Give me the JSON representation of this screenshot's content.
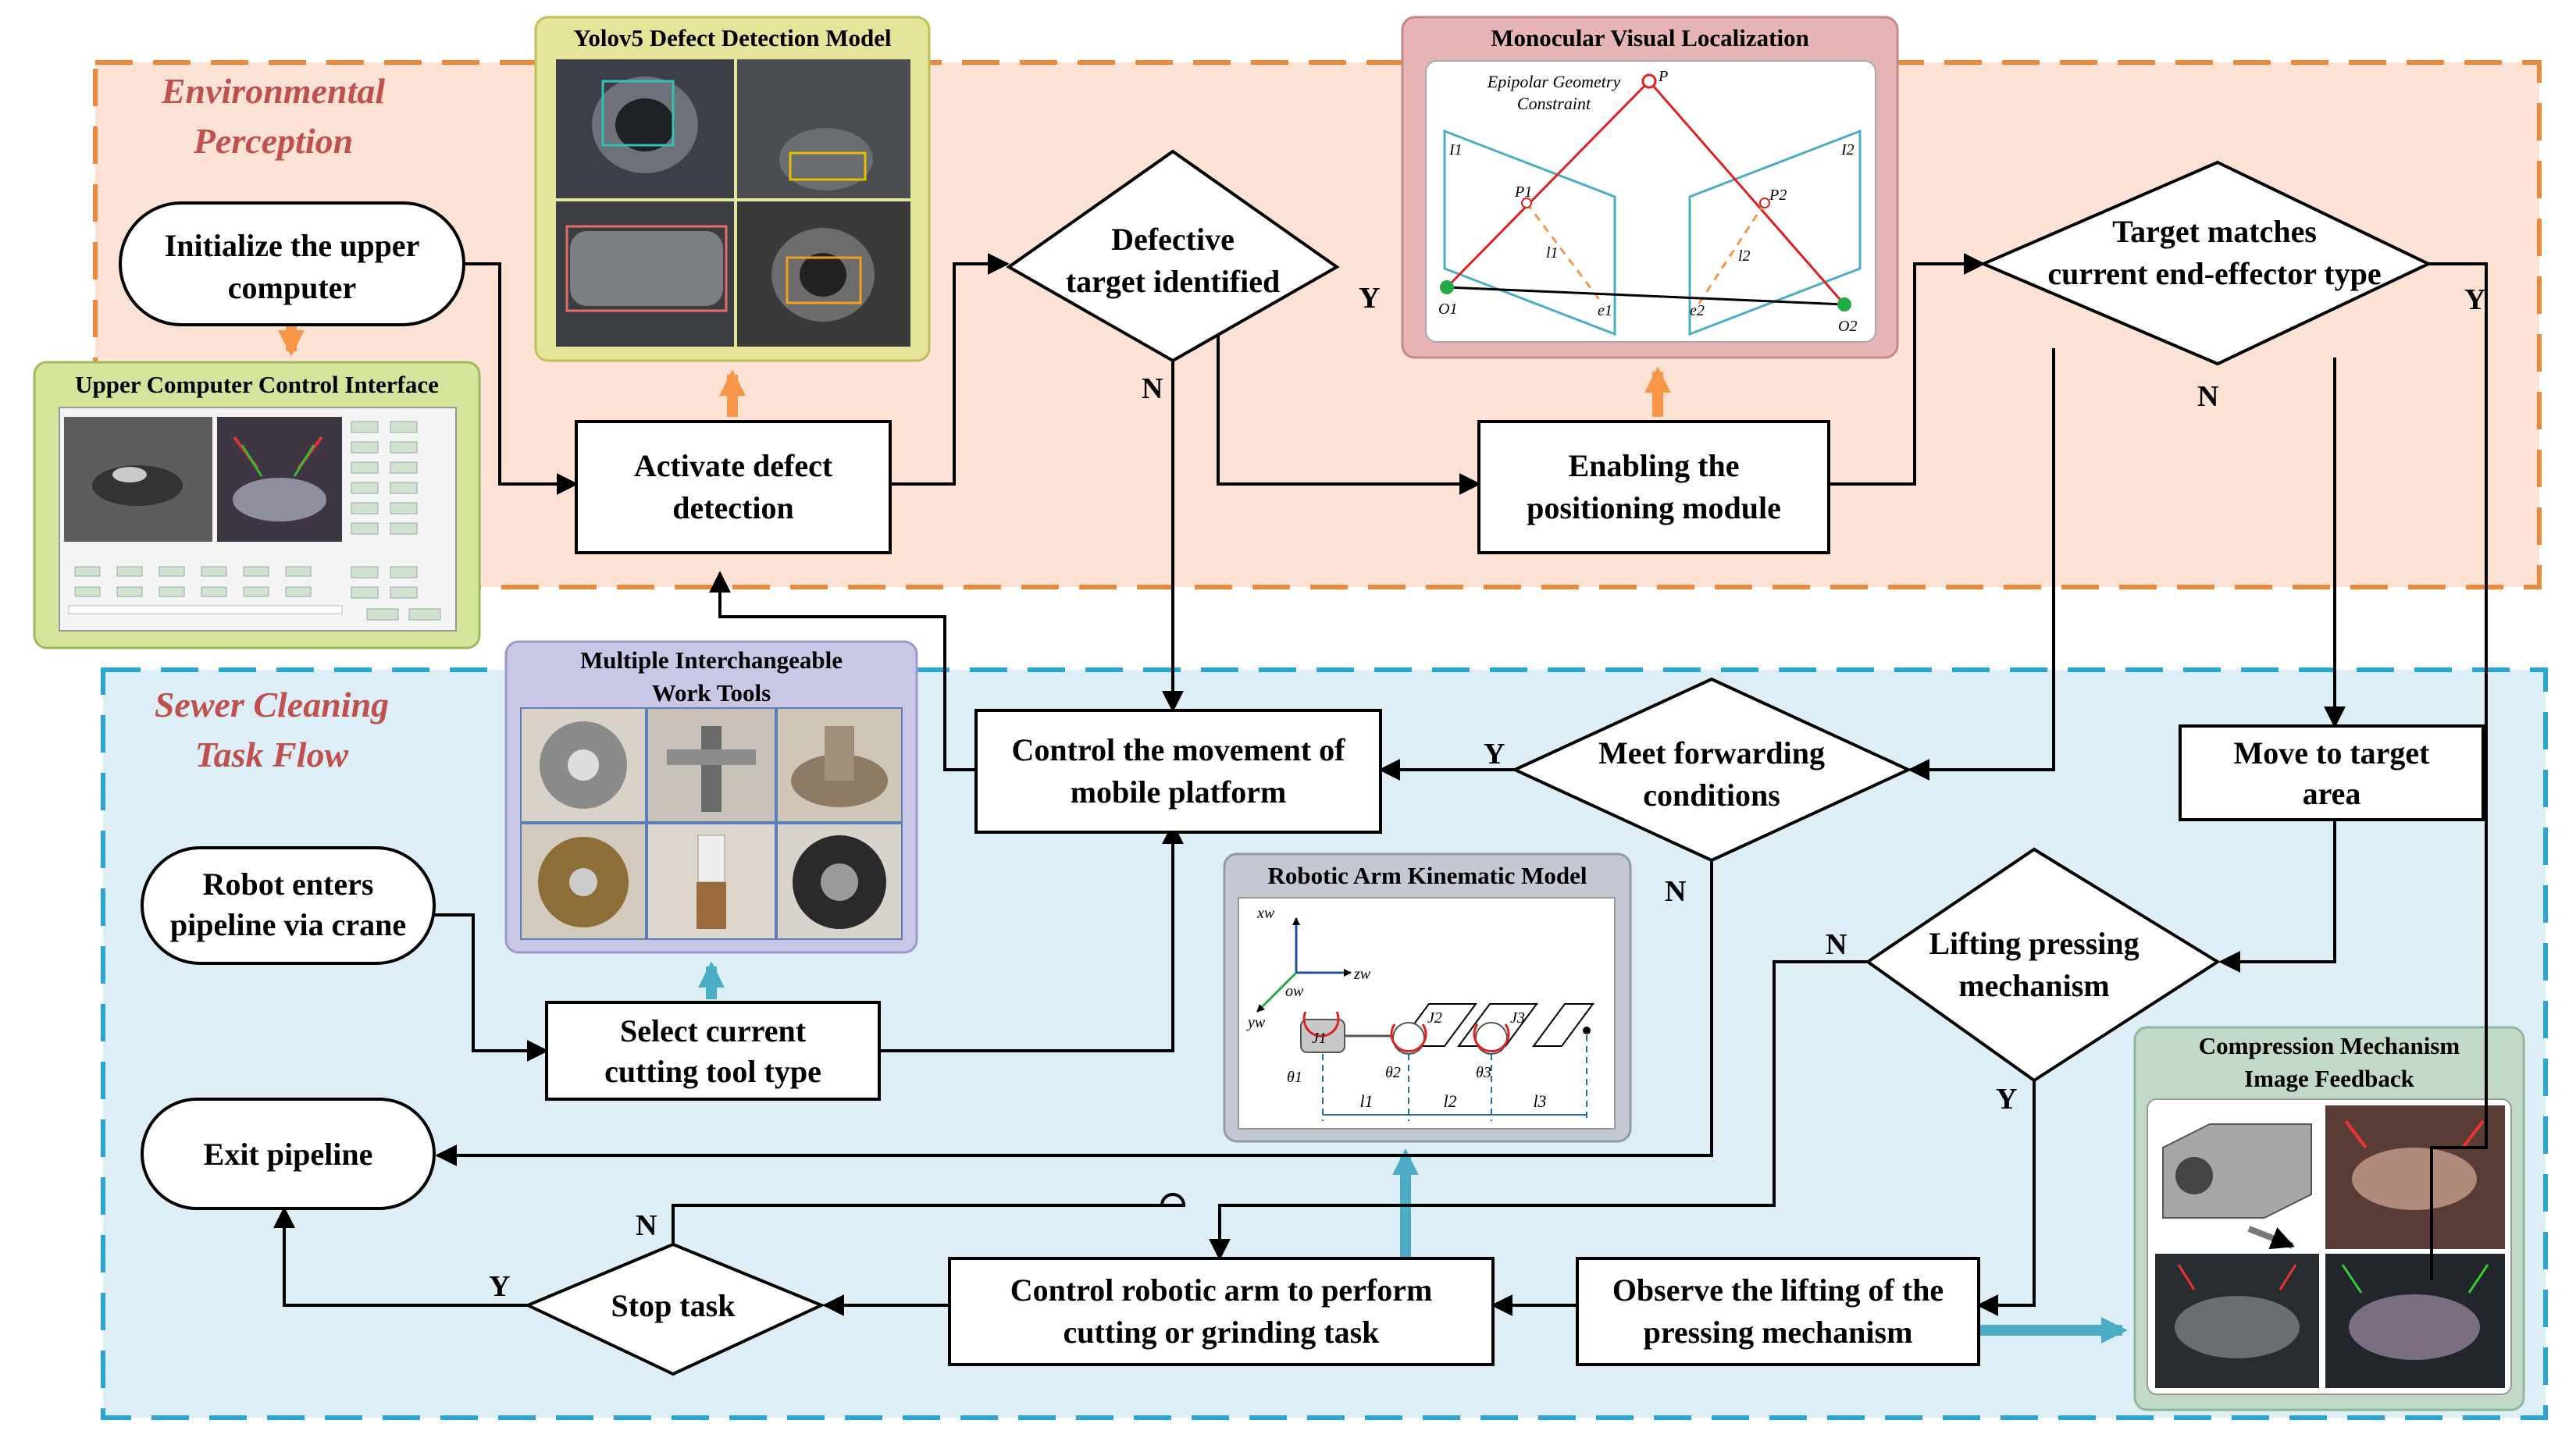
{
  "regions": {
    "environmental": {
      "title_line1": "Environmental",
      "title_line2": "Perception"
    },
    "sewer": {
      "title_line1": "Sewer Cleaning",
      "title_line2": "Task Flow"
    }
  },
  "nodes": {
    "initialize": [
      "Initialize the upper",
      "computer"
    ],
    "activate": [
      "Activate defect",
      "detection"
    ],
    "defective": [
      "Defective",
      "target identified"
    ],
    "enabling": [
      "Enabling the",
      "positioning module"
    ],
    "target_matches": [
      "Target matches",
      "current end-effector type"
    ],
    "control_movement": [
      "Control the movement of",
      "mobile platform"
    ],
    "meet_forwarding": [
      "Meet forwarding",
      "conditions"
    ],
    "move_target": [
      "Move to target",
      "area"
    ],
    "robot_enters": [
      "Robot enters",
      "pipeline via crane"
    ],
    "select_tool": [
      "Select current",
      "cutting tool type"
    ],
    "lifting": [
      "Lifting pressing",
      "mechanism"
    ],
    "exit": [
      "Exit pipeline"
    ],
    "stop": [
      "Stop task"
    ],
    "control_arm": [
      "Control robotic arm to perform",
      "cutting or grinding task"
    ],
    "observe": [
      "Observe the lifting of the",
      "pressing mechanism"
    ]
  },
  "yn": {
    "y": "Y",
    "n": "N"
  },
  "panels": {
    "ui": {
      "title": "Upper Computer Control Interface"
    },
    "yolo": {
      "title": "Yolov5 Defect Detection Model"
    },
    "mono": {
      "title": "Monocular Visual Localization",
      "caption_line1": "Epipolar Geometry",
      "caption_line2": "Constraint",
      "labels": [
        "P",
        "I1",
        "I2",
        "P1",
        "P2",
        "l1",
        "l2",
        "O1",
        "O2",
        "e1",
        "e2"
      ]
    },
    "tools": {
      "title_line1": "Multiple Interchangeable",
      "title_line2": "Work Tools"
    },
    "arm": {
      "title": "Robotic Arm Kinematic Model",
      "labels": [
        "xw",
        "ow",
        "zw",
        "yw",
        "J1",
        "J2",
        "J3",
        "θ1",
        "θ2",
        "θ3",
        "l1",
        "l2",
        "l3"
      ]
    },
    "compression": {
      "title_line1": "Compression Mechanism",
      "title_line2": "Image Feedback"
    }
  },
  "colors": {
    "orange_region_fill": "#fbe2d5",
    "orange_dash": "#f0883a",
    "blue_region_fill": "#ddeef6",
    "blue_dash": "#29a6d8",
    "region_title": "#c0504d",
    "orange_arrow": "#f79646",
    "blue_arrow": "#4bacc6"
  }
}
